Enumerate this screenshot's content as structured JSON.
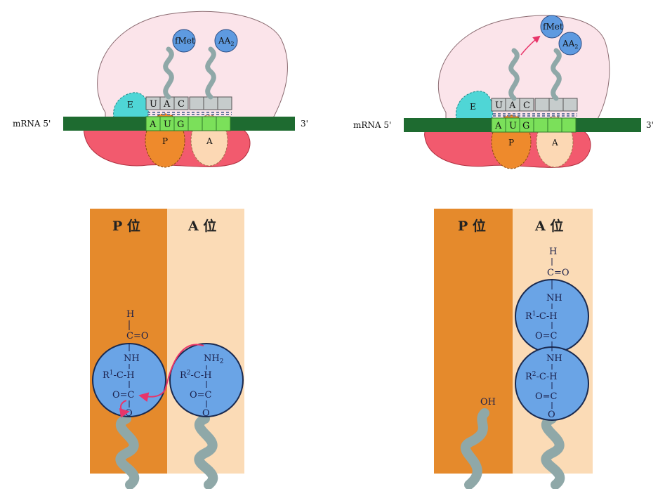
{
  "panel_tl": {
    "mrna_label": "mRNA 5'",
    "mrna_end": "3'",
    "site_e": "E",
    "site_p": "P",
    "site_a": "A",
    "anticodon": [
      "U",
      "A",
      "C"
    ],
    "codon": [
      "A",
      "U",
      "G"
    ],
    "aa1": "fMet",
    "aa2_main": "AA",
    "aa2_sub": "2"
  },
  "panel_tr": {
    "mrna_label": "mRNA 5'",
    "mrna_end": "3'",
    "site_e": "E",
    "site_p": "P",
    "site_a": "A",
    "anticodon": [
      "U",
      "A",
      "C"
    ],
    "codon": [
      "A",
      "U",
      "G"
    ],
    "aa1": "fMet",
    "aa2_main": "AA",
    "aa2_sub": "2"
  },
  "panel_bl": {
    "p_site_title": "P 位",
    "a_site_title": "A 位",
    "formyl_h": "H",
    "formyl_co": "C=O",
    "nh": "NH",
    "r1_main": "R",
    "r1_sup": "1",
    "c_h": "-C-H",
    "o_eq_c": "O=C",
    "o": "O",
    "nh2_main": "NH",
    "nh2_sub": "2",
    "r2_main": "R",
    "r2_sup": "2"
  },
  "panel_br": {
    "p_site_title": "P 位",
    "a_site_title": "A 位",
    "oh": "OH",
    "formyl_h": "H",
    "formyl_co": "C=O",
    "nh": "NH",
    "r1_main": "R",
    "r1_sup": "1",
    "c_h": "-C-H",
    "o_eq_c": "O=C",
    "nh_2": "NH",
    "r2_main": "R",
    "r2_sup": "2",
    "o": "O"
  },
  "colors": {
    "ribosome_large": "#fbe4ea",
    "ribosome_small": "#f25a6e",
    "mrna": "#1e6b30",
    "codon": "#7be05a",
    "e_site": "#4fd6d6",
    "p_site": "#ee8a2c",
    "a_site": "#fcd8b4",
    "trna": "#8fa8a8",
    "aa_circle": "#5e9ae0",
    "p_column": "#e58a2c",
    "a_column": "#fbdbb6",
    "residue_circle": "#6aa4e6",
    "arrow": "#e8356a"
  }
}
